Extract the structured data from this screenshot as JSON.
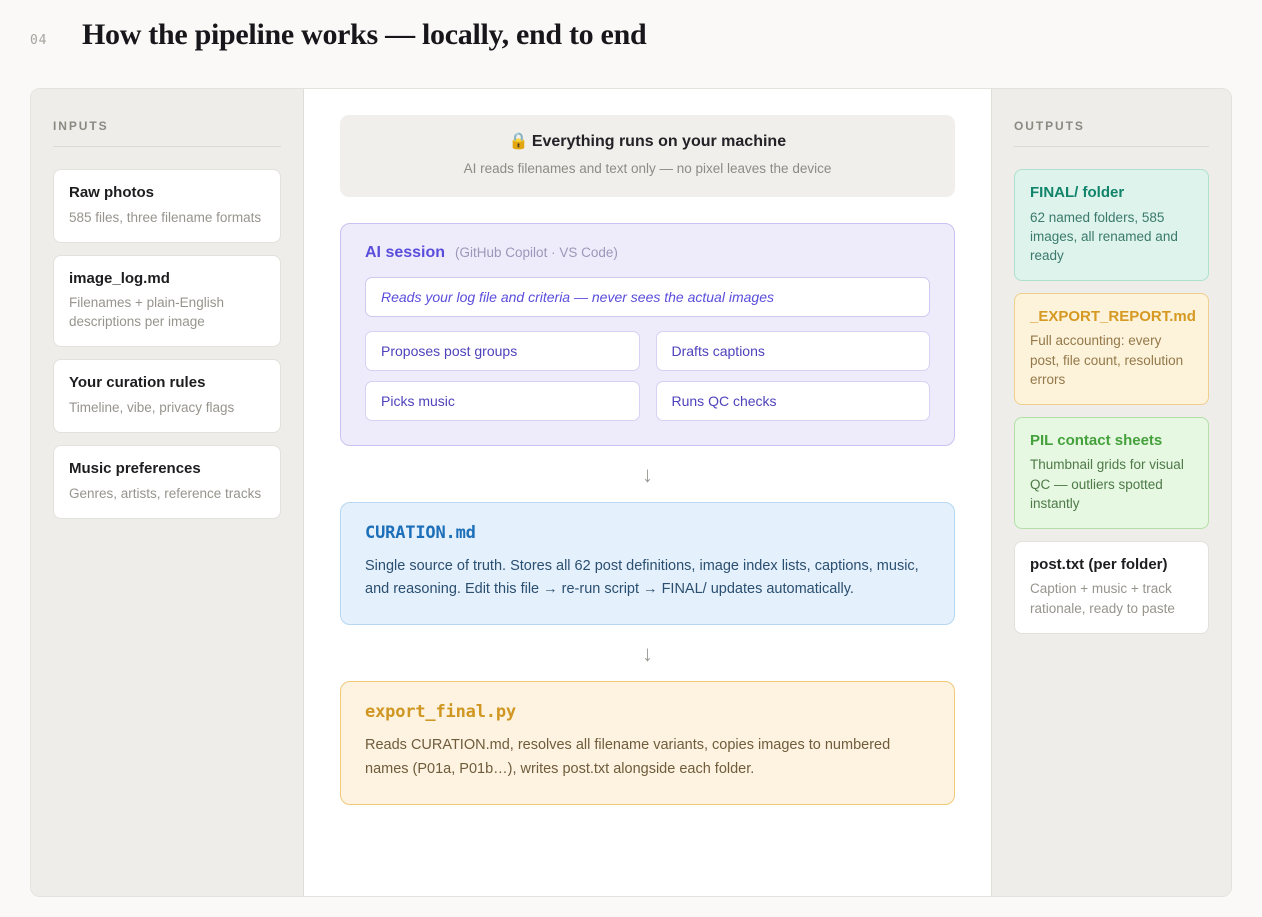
{
  "header": {
    "number": "04",
    "title": "How the pipeline works — locally, end to end"
  },
  "inputs": {
    "label": "INPUTS",
    "cards": [
      {
        "title": "Raw photos",
        "desc": "585 files, three filename formats"
      },
      {
        "title": "image_log.md",
        "desc": "Filenames + plain-English descriptions per image"
      },
      {
        "title": "Your curation rules",
        "desc": "Timeline, vibe, privacy flags"
      },
      {
        "title": "Music preferences",
        "desc": "Genres, artists, reference tracks"
      }
    ]
  },
  "outputs": {
    "label": "OUTPUTS",
    "cards": [
      {
        "title": "FINAL/ folder",
        "desc": "62 named folders, 585 images, all renamed and ready",
        "accent": "teal"
      },
      {
        "title": "_EXPORT_REPORT.md",
        "desc": "Full accounting: every post, file count, resolution errors",
        "accent": "amber"
      },
      {
        "title": "PIL contact sheets",
        "desc": "Thumbnail grids for visual QC — outliers spotted instantly",
        "accent": "green"
      },
      {
        "title": "post.txt (per folder)",
        "desc": "Caption + music + track rationale, ready to paste",
        "accent": "plain"
      }
    ]
  },
  "privacy": {
    "icon": "🔒",
    "title": "Everything runs on your machine",
    "subtitle": "AI reads filenames and text only — no pixel leaves the device"
  },
  "ai_session": {
    "title": "AI session",
    "subtitle": "(GitHub Copilot · VS Code)",
    "input_value": "Reads your log file and criteria — never sees the actual images",
    "chips": [
      "Proposes post groups",
      "Drafts captions",
      "Picks music",
      "Runs QC checks"
    ]
  },
  "arrows": {
    "glyph": "↓"
  },
  "flow": {
    "curation": {
      "title": "CURATION.md",
      "body": "Single source of truth. Stores all 62 post definitions, image index lists, captions, music, and reasoning. Edit this file → re-run script → FINAL/ updates automatically."
    },
    "export": {
      "title": "export_final.py",
      "body": "Reads CURATION.md, resolves all filename variants, copies images to numbered names (P01a, P01b…), writes post.txt alongside each folder."
    }
  },
  "colors": {
    "page_bg": "#faf9f7",
    "side_bg": "#eeedea",
    "accent_purple": "#5a4ddb",
    "accent_blue": "#1c6fb8",
    "accent_amber": "#cf9722",
    "accent_teal": "#11846a",
    "accent_green": "#44a13b"
  }
}
